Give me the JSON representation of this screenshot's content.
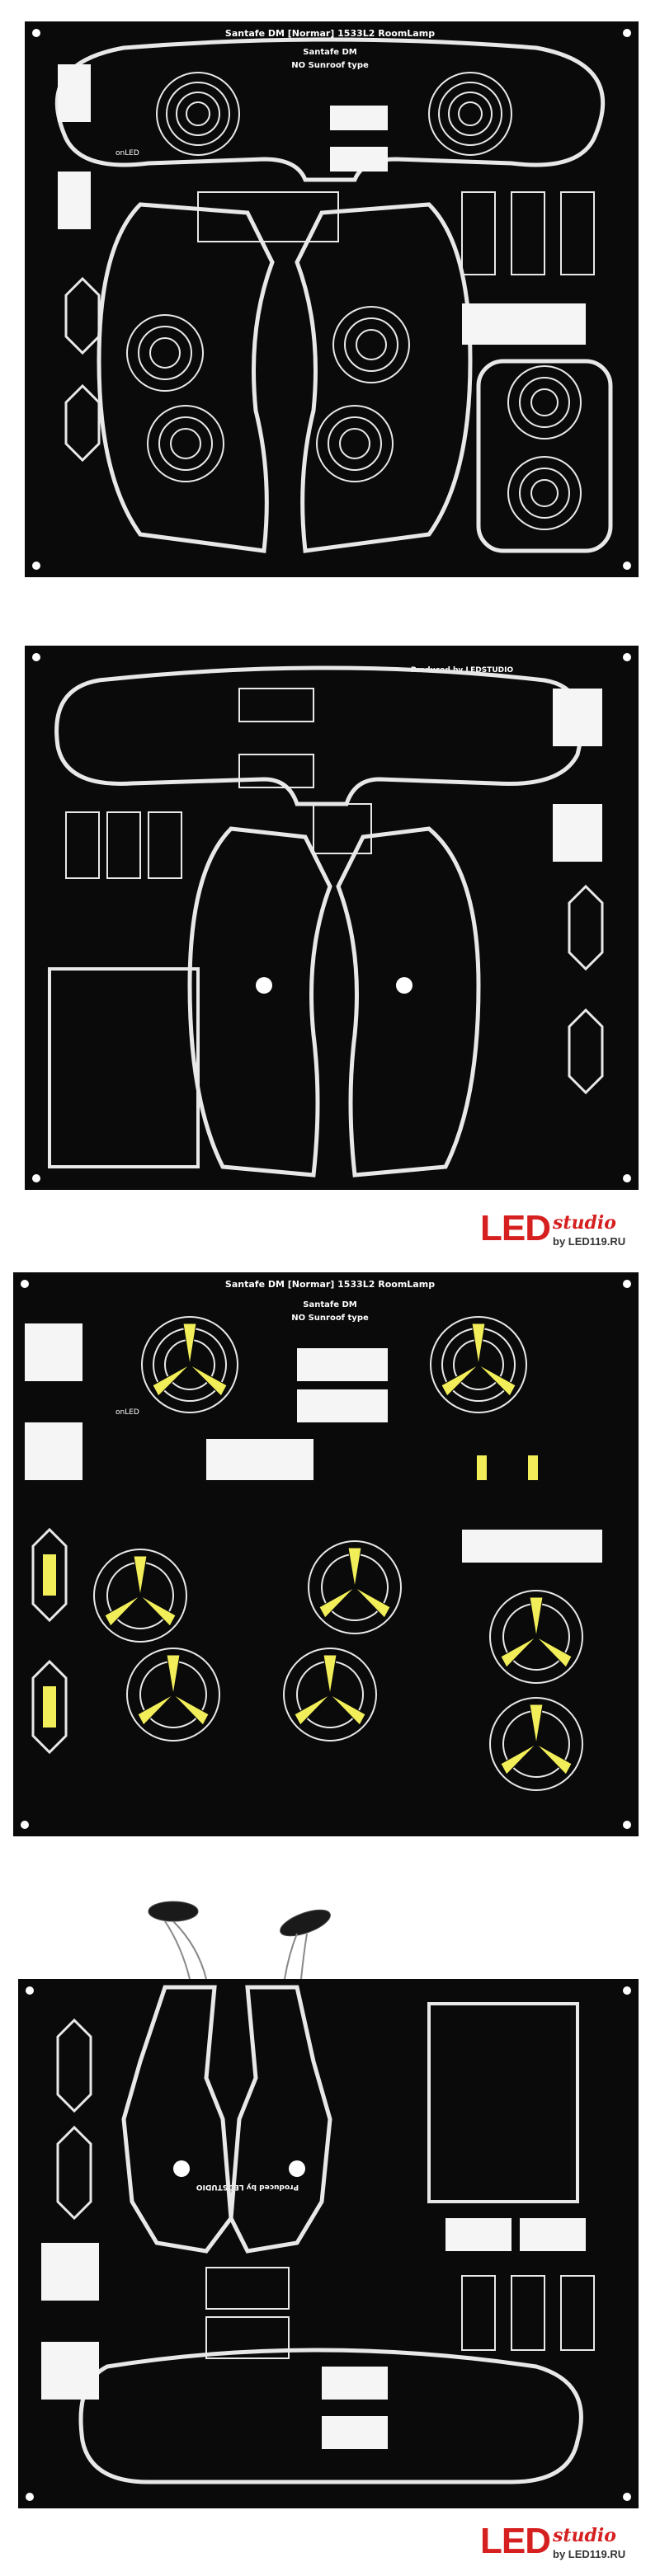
{
  "panels": [
    {
      "title": "Santafe DM [Normar] 1533L2 RoomLamp",
      "subtitle1": "Santafe DM",
      "subtitle2": "NO Sunroof type",
      "tag": "onLED"
    },
    {
      "produced": "Produced by LEDSTUDIO"
    },
    {
      "title": "Santafe DM [Normar] 1533L2 RoomLamp",
      "subtitle1": "Santafe DM",
      "subtitle2": "NO Sunroof type",
      "tag": "onLED"
    },
    {
      "produced": "Produced by LEDSTUDIO"
    }
  ],
  "logo": {
    "led": "LED",
    "studio": "studio",
    "by": "by LED119.RU"
  },
  "colors": {
    "board": "#0a0a0a",
    "outline": "#e8e8e8",
    "led_yellow": "#f2ee5a",
    "logo_red": "#d62020"
  }
}
